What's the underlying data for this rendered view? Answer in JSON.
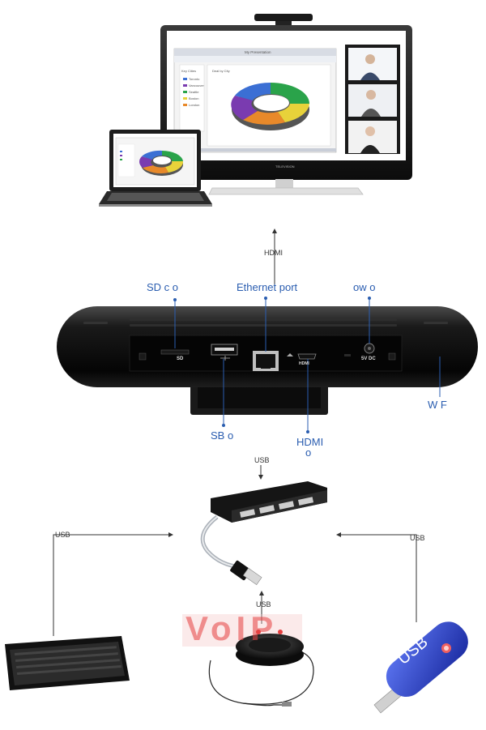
{
  "screen": {
    "app_title": "My Presentation",
    "brand": "TELEVISION",
    "legend_title": "Key Cities",
    "chart_title": "Deal by City",
    "legend_items": [
      "Toronto",
      "Vancouver",
      "Seattle",
      "Boston",
      "London"
    ]
  },
  "device": {
    "sd_label": "SD",
    "hdmi_port_label": "HDMI",
    "power_label": "5V DC"
  },
  "labels": {
    "hdmi_top": "HDMI",
    "sd_card": "SD c        o",
    "ethernet": "Ethernet port",
    "power": "ow        o",
    "wifi": "W    F",
    "usb_port": "SB     o",
    "hdmi_out_1": "HDMI",
    "hdmi_out_2": "o",
    "usb_hub_top": "USB",
    "usb_left": "USB",
    "usb_right": "USB",
    "usb_speaker": "USB",
    "usb_stick": "USB",
    "watermark": "VoIP"
  },
  "colors": {
    "label_blue": "#2a5db0",
    "usb_stick_blue": "#2c3fc0",
    "watermark_red": "#e64040"
  }
}
